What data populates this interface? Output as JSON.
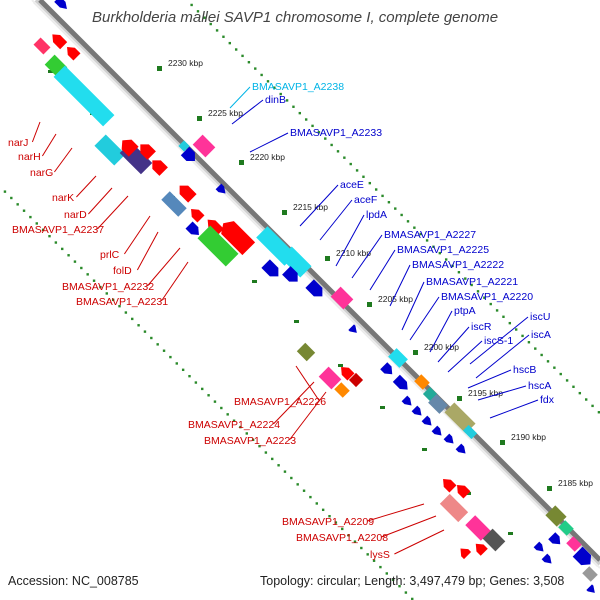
{
  "title": "Burkholderia mallei SAVP1 chromosome I, complete genome",
  "footer": {
    "accession": "Accession: NC_008785",
    "summary": "Topology: circular; Length: 3,497,479 bp; Genes: 3,508"
  },
  "colors": {
    "forward_label": "#0000cc",
    "reverse_label": "#cc0000",
    "cyan_label": "#00b4e6",
    "backbone": "#777777",
    "tick_mark": "#2a8a2a"
  },
  "ticks": [
    "2230 kbp",
    "2225 kbp",
    "2220 kbp",
    "2215 kbp",
    "2210 kbp",
    "2205 kbp",
    "2200 kbp",
    "2195 kbp",
    "2190 kbp",
    "2185 kbp"
  ],
  "labels_forward": [
    {
      "text": "BMASAVP1_A2238",
      "cyan": true
    },
    {
      "text": "dinB"
    },
    {
      "text": "BMASAVP1_A2233"
    },
    {
      "text": "aceE"
    },
    {
      "text": "aceF"
    },
    {
      "text": "lpdA"
    },
    {
      "text": "BMASAVP1_A2227"
    },
    {
      "text": "BMASAVP1_A2225"
    },
    {
      "text": "BMASAVP1_A2222"
    },
    {
      "text": "BMASAVP1_A2221"
    },
    {
      "text": "BMASAVP1_A2220"
    },
    {
      "text": "ptpA"
    },
    {
      "text": "iscR"
    },
    {
      "text": "iscS-1"
    },
    {
      "text": "iscU"
    },
    {
      "text": "iscA"
    },
    {
      "text": "hscB"
    },
    {
      "text": "hscA"
    },
    {
      "text": "fdx"
    }
  ],
  "labels_reverse": [
    {
      "text": "narJ"
    },
    {
      "text": "narH"
    },
    {
      "text": "narG"
    },
    {
      "text": "narK"
    },
    {
      "text": "narD"
    },
    {
      "text": "BMASAVP1_A2237"
    },
    {
      "text": "prlC"
    },
    {
      "text": "folD"
    },
    {
      "text": "BMASAVP1_A2232"
    },
    {
      "text": "BMASAVP1_A2231"
    },
    {
      "text": "BMASAVP1_A2226"
    },
    {
      "text": "BMASAVP1_A2224"
    },
    {
      "text": "BMASAVP1_A2223"
    },
    {
      "text": "BMASAVP1_A2209"
    },
    {
      "text": "BMASAVP1_A2208"
    },
    {
      "text": "lysS"
    }
  ]
}
